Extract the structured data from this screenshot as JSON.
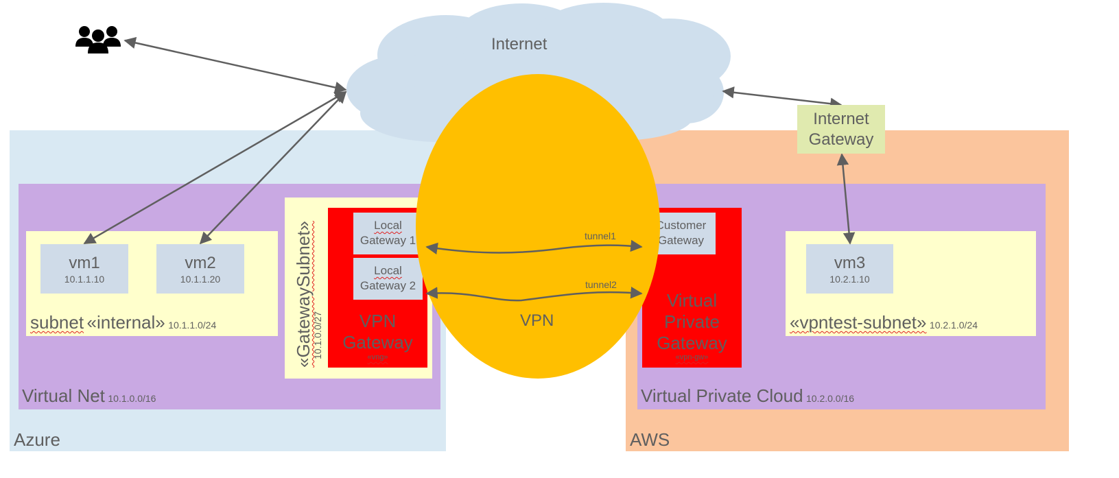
{
  "internet": {
    "label": "Internet"
  },
  "vpn_ellipse": {
    "label": "VPN"
  },
  "azure": {
    "label": "Azure",
    "vnet": {
      "label": "Virtual Net",
      "cidr": "10.1.0.0/16"
    },
    "subnet": {
      "name": "subnet",
      "label": "«internal»",
      "cidr": "10.1.1.0/24"
    },
    "vms": [
      {
        "name": "vm1",
        "ip": "10.1.1.10"
      },
      {
        "name": "vm2",
        "ip": "10.1.1.20"
      }
    ],
    "gateway_subnet": {
      "label": "«GatewaySubnet»",
      "cidr": "10.1.0.0/27"
    },
    "vpn_gateway": {
      "line1": "VPN",
      "line2": "Gateway",
      "stereotype": "«vng»"
    },
    "local_gateways": [
      {
        "line1": "Local",
        "line2": "Gateway 1"
      },
      {
        "line1": "Local",
        "line2": "Gateway 2"
      }
    ]
  },
  "aws": {
    "label": "AWS",
    "vpc": {
      "label": "Virtual Private Cloud",
      "cidr": "10.2.0.0/16"
    },
    "subnet": {
      "label": "«vpntest-subnet»",
      "cidr": "10.2.1.0/24"
    },
    "vm": {
      "name": "vm3",
      "ip": "10.2.1.10"
    },
    "internet_gateway": {
      "line1": "Internet",
      "line2": "Gateway"
    },
    "customer_gateway": {
      "line1": "Customer",
      "line2": "Gateway"
    },
    "vpg": {
      "line1": "Virtual",
      "line2": "Private",
      "line3": "Gateway",
      "stereotype": "«vpn-gw»"
    }
  },
  "tunnels": [
    {
      "label": "tunnel1"
    },
    {
      "label": "tunnel2"
    }
  ],
  "icons": {
    "users": "users-icon"
  },
  "colors": {
    "azure_bg": "#d9e9f3",
    "aws_bg": "#fbc59d",
    "vnet_bg": "#c9a9e3",
    "subnet_bg": "#ffffcc",
    "cloud": "#cfdfed",
    "vpn": "#ffbf00",
    "gateway_red": "#ff0000",
    "vm_bg": "#cfdbe8",
    "igw_bg": "#e0eaaf",
    "arrow": "#5f5f5f"
  }
}
